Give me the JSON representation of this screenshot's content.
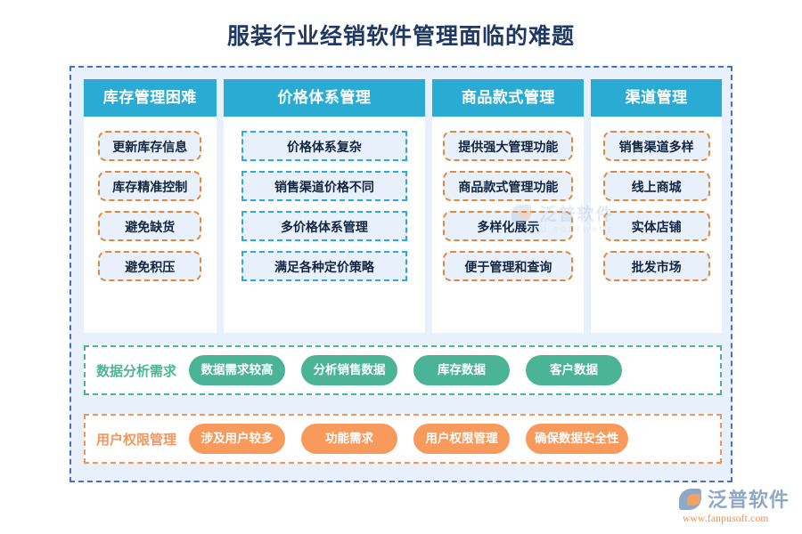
{
  "page": {
    "title": "服装行业经销软件管理面临的难题"
  },
  "columns": [
    {
      "header": "库存管理困难",
      "style": "orange",
      "items": [
        "更新库存信息",
        "库存精准控制",
        "避免缺货",
        "避免积压"
      ]
    },
    {
      "header": "价格体系管理",
      "style": "cyan",
      "items": [
        "价格体系复杂",
        "销售渠道价格不同",
        "多价格体系管理",
        "满足各种定价策略"
      ]
    },
    {
      "header": "商品款式管理",
      "style": "orange",
      "items": [
        "提供强大管理功能",
        "商品款式管理功能",
        "多样化展示",
        "便于管理和查询"
      ]
    },
    {
      "header": "渠道管理",
      "style": "orange",
      "items": [
        "销售渠道多样",
        "线上商城",
        "实体店铺",
        "批发市场"
      ]
    }
  ],
  "tag_rows": [
    {
      "label": "数据分析需求",
      "color": "#4bb496",
      "tags": [
        "数据需求较高",
        "分析销售数据",
        "库存数据",
        "客户数据"
      ]
    },
    {
      "label": "用户权限管理",
      "color": "#f89a5c",
      "tags": [
        "涉及用户较多",
        "功能需求",
        "用户权限管理",
        "确保数据安全性"
      ]
    }
  ],
  "watermark": {
    "name": "泛普软件",
    "subtitle": "FANPU SOFTWARE"
  },
  "brand": {
    "name": "泛普软件",
    "url": "www.fanpusoft.com"
  },
  "colors": {
    "title": "#1f3864",
    "header_blue": "#29abd4",
    "panel_bg": "#e8f1fb",
    "panel_border": "#4472c4",
    "orange_dash": "#e0893c",
    "cyan_dash": "#2bacd8",
    "green": "#4cb594",
    "orange": "#f5955a"
  }
}
